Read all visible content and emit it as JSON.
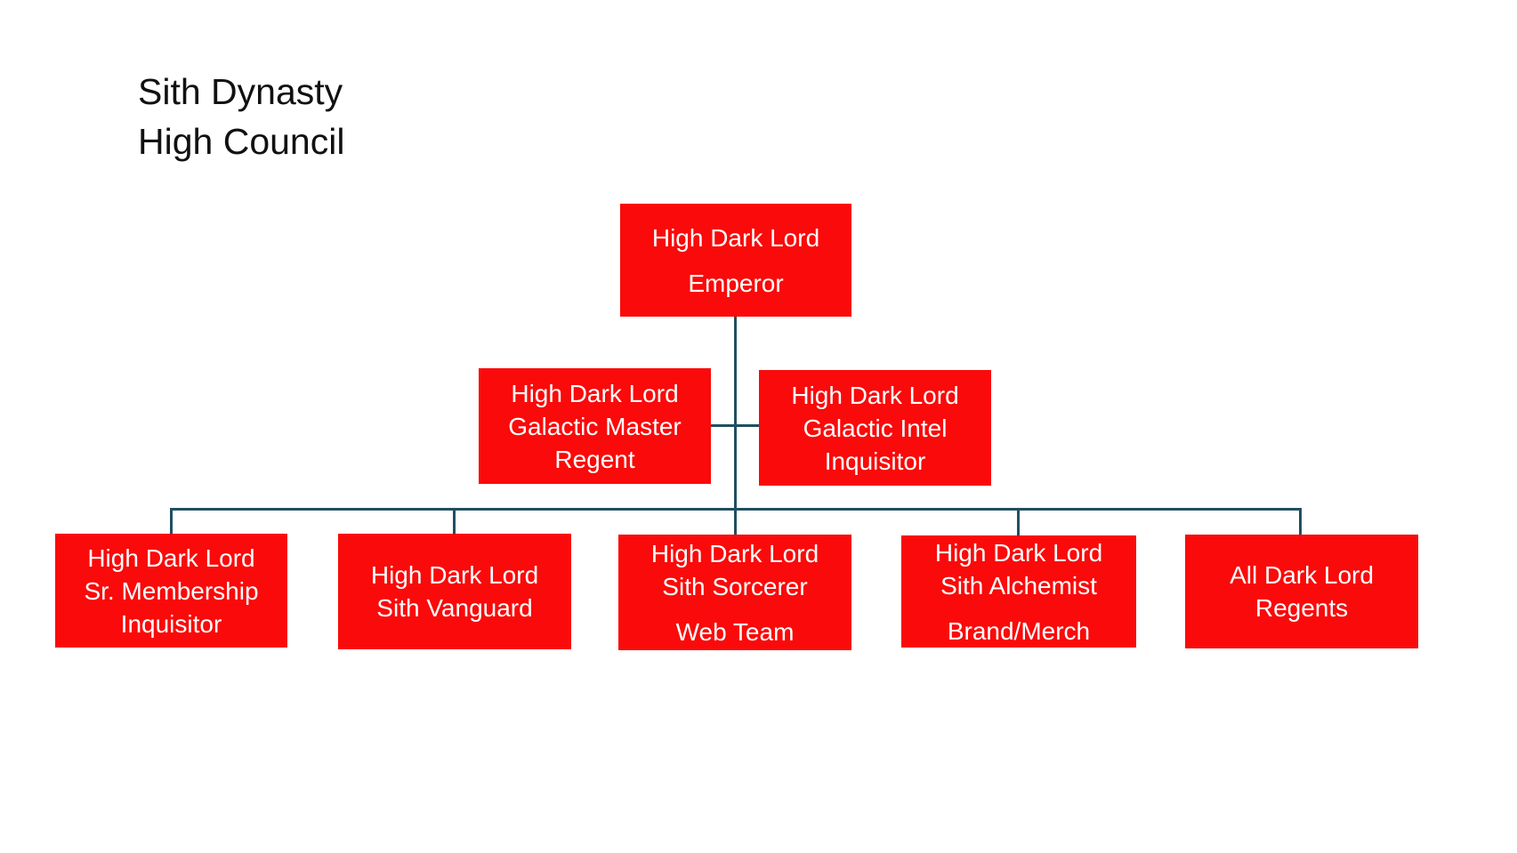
{
  "title": {
    "line1": "Sith Dynasty",
    "line2": "High Council"
  },
  "colors": {
    "node_fill": "#fa0a0a",
    "node_text": "#ffffff",
    "connector": "#204f63",
    "title_text": "#111111",
    "background": "#ffffff"
  },
  "nodes": [
    {
      "id": "emperor",
      "level": 1,
      "paragraphs": [
        [
          "High Dark Lord"
        ],
        [
          "Emperor"
        ]
      ]
    },
    {
      "id": "galactic-master-regent",
      "level": 2,
      "paragraphs": [
        [
          "High Dark Lord",
          "Galactic Master",
          "Regent"
        ]
      ]
    },
    {
      "id": "galactic-intel-inquisitor",
      "level": 2,
      "paragraphs": [
        [
          "High Dark Lord",
          "Galactic Intel",
          "Inquisitor"
        ]
      ]
    },
    {
      "id": "sr-membership-inquisitor",
      "level": 3,
      "paragraphs": [
        [
          "High Dark Lord",
          "Sr. Membership",
          "Inquisitor"
        ]
      ]
    },
    {
      "id": "sith-vanguard",
      "level": 3,
      "paragraphs": [
        [
          "High Dark Lord",
          "Sith Vanguard"
        ]
      ]
    },
    {
      "id": "sith-sorcerer-web-team",
      "level": 3,
      "paragraphs": [
        [
          "High Dark Lord",
          "Sith Sorcerer"
        ],
        [
          "Web Team"
        ]
      ]
    },
    {
      "id": "sith-alchemist-brand-merch",
      "level": 3,
      "paragraphs": [
        [
          "High Dark Lord",
          "Sith Alchemist"
        ],
        [
          "Brand/Merch"
        ]
      ]
    },
    {
      "id": "all-dark-lord-regents",
      "level": 3,
      "paragraphs": [
        [
          "All Dark Lord",
          "Regents"
        ]
      ]
    }
  ]
}
